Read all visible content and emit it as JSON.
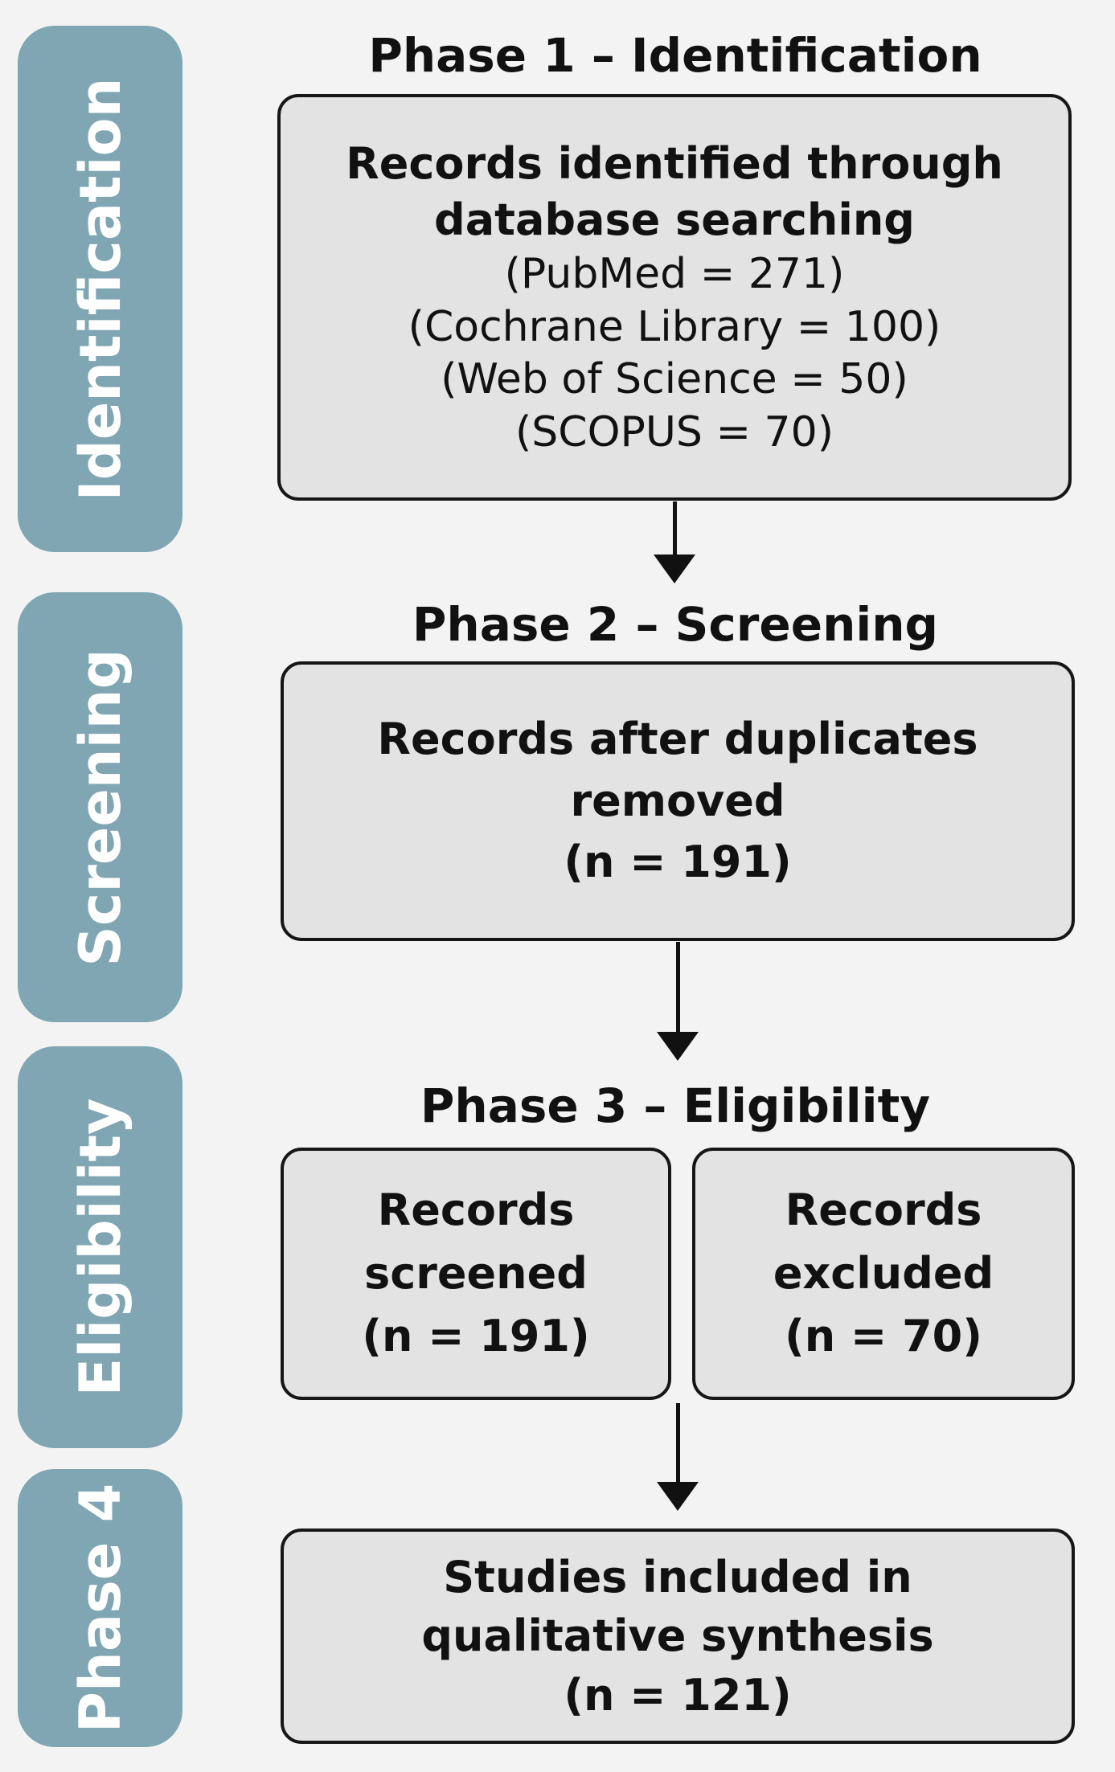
{
  "side_labels": {
    "identification": "Identification",
    "screening": "Screening",
    "eligibility": "Eligibility",
    "phase4": "Phase 4"
  },
  "phase_titles": {
    "phase1": "Phase 1 – Identification",
    "phase2": "Phase 2 – Screening",
    "phase3": "Phase 3 – Eligibility"
  },
  "boxes": {
    "identified": {
      "heading": [
        "Records identified through",
        "database searching"
      ],
      "sources": [
        "(PubMed = 271)",
        "(Cochrane Library = 100)",
        "(Web of Science = 50)",
        "(SCOPUS = 70)"
      ]
    },
    "duplicates_removed": {
      "lines": [
        "Records after duplicates",
        "removed",
        "(n = 191)"
      ]
    },
    "screened": {
      "lines": [
        "Records",
        "screened",
        "(n = 191)"
      ]
    },
    "excluded": {
      "lines": [
        "Records",
        "excluded",
        "(n = 70)"
      ]
    },
    "included": {
      "lines": [
        "Studies included in",
        "qualitative synthesis",
        "(n = 121)"
      ]
    }
  },
  "colors": {
    "side_label_bg": "#7fa6b2",
    "box_bg": "#e3e3e3",
    "border": "#161616",
    "page_bg": "#f3f3f3"
  }
}
